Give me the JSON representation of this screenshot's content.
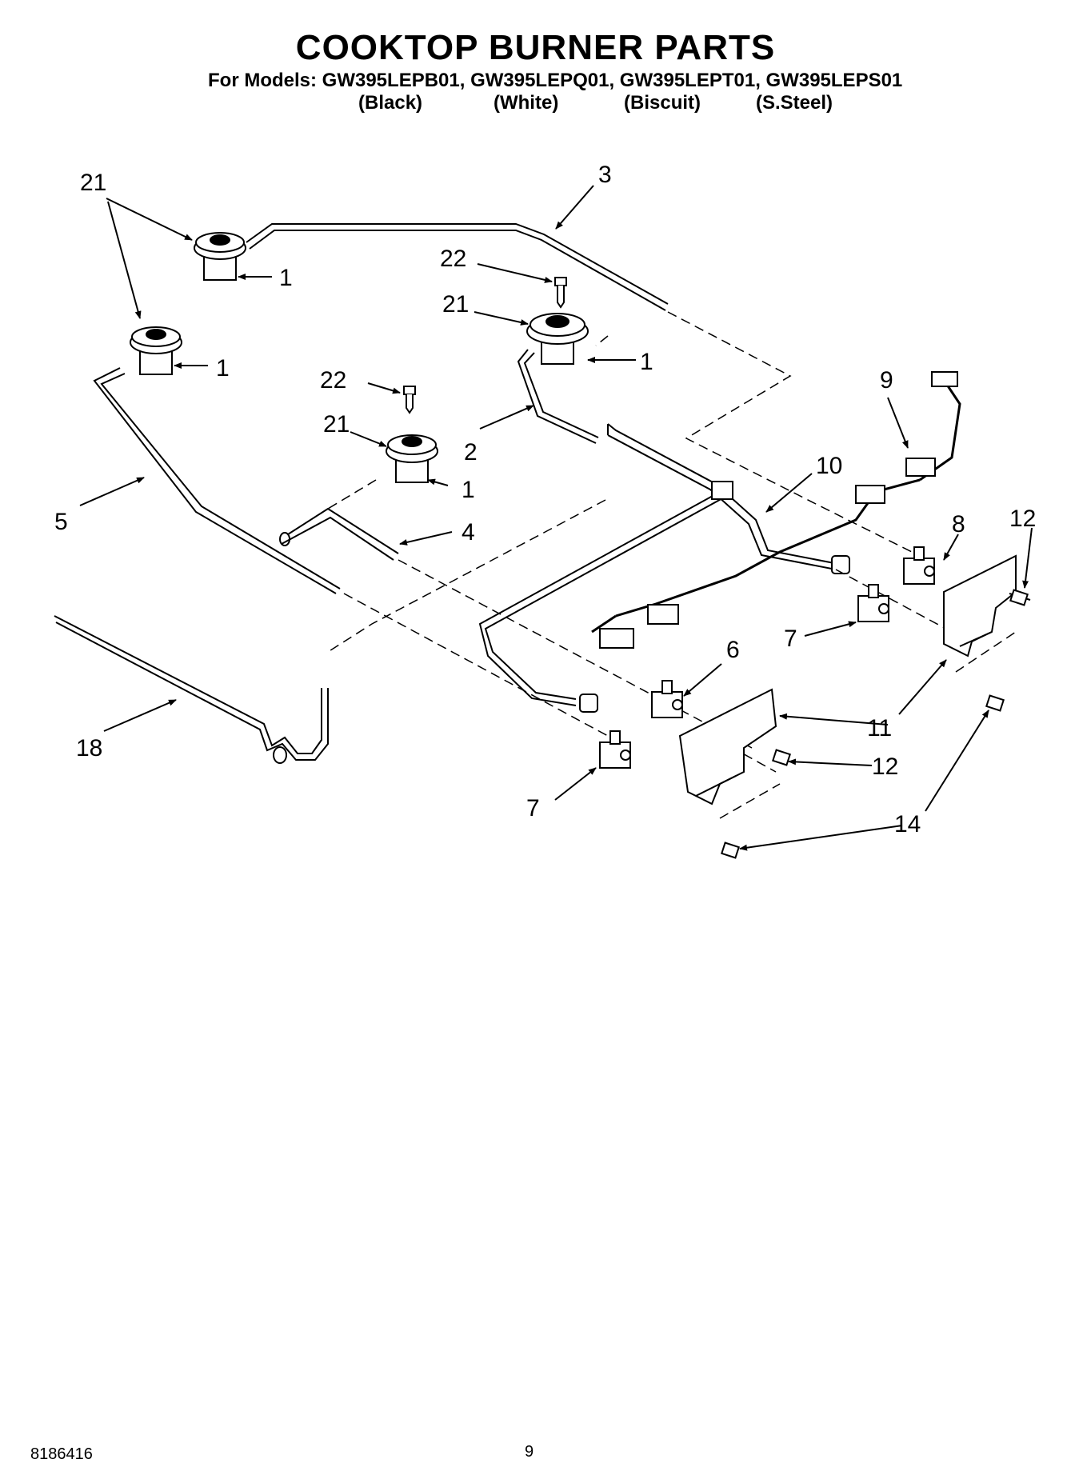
{
  "title": "COOKTOP BURNER PARTS",
  "models_line": "For Models: GW395LEPB01, GW395LEPQ01, GW395LEPT01, GW395LEPS01",
  "colors": [
    "(Black)",
    "(White)",
    "(Biscuit)",
    "(S.Steel)"
  ],
  "callouts": {
    "c21a": "21",
    "c3": "3",
    "c22a": "22",
    "c1a": "1",
    "c21b": "21",
    "c1b": "1",
    "c21c": "21",
    "c1c": "1",
    "c22b": "22",
    "c9": "9",
    "c21d": "21",
    "c2": "2",
    "c10": "10",
    "c1d": "1",
    "c5": "5",
    "c8": "8",
    "c12a": "12",
    "c4": "4",
    "c7a": "7",
    "c6": "6",
    "c11": "11",
    "c18": "18",
    "c12b": "12",
    "c7b": "7",
    "c14": "14"
  },
  "footer": {
    "doc_number": "8186416",
    "page_number": "9"
  }
}
